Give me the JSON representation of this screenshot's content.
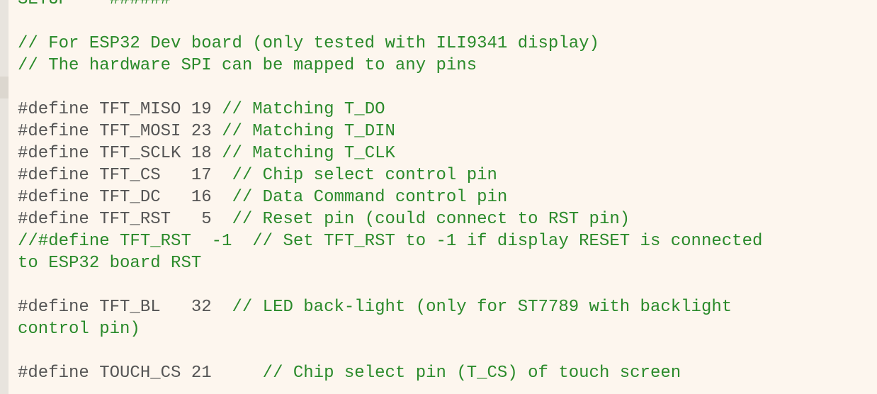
{
  "colors": {
    "background": "#fdf6ee",
    "comment": "#2a8a2a",
    "code": "#555555",
    "gutter": "#e8e4de"
  },
  "lines": [
    {
      "kind": "comment",
      "text": "SETUP    ######"
    },
    {
      "kind": "blank",
      "text": ""
    },
    {
      "kind": "comment",
      "text": "// For ESP32 Dev board (only tested with ILI9341 display)"
    },
    {
      "kind": "comment",
      "text": "// The hardware SPI can be mapped to any pins"
    },
    {
      "kind": "blank",
      "text": ""
    },
    {
      "kind": "define",
      "directive": "#define ",
      "ident": "TFT_MISO ",
      "value": "19 ",
      "comment": "// Matching T_DO"
    },
    {
      "kind": "define",
      "directive": "#define ",
      "ident": "TFT_MOSI ",
      "value": "23 ",
      "comment": "// Matching T_DIN"
    },
    {
      "kind": "define",
      "directive": "#define ",
      "ident": "TFT_SCLK ",
      "value": "18 ",
      "comment": "// Matching T_CLK"
    },
    {
      "kind": "define",
      "directive": "#define ",
      "ident": "TFT_CS   ",
      "value": "17  ",
      "comment": "// Chip select control pin"
    },
    {
      "kind": "define",
      "directive": "#define ",
      "ident": "TFT_DC   ",
      "value": "16  ",
      "comment": "// Data Command control pin"
    },
    {
      "kind": "define",
      "directive": "#define ",
      "ident": "TFT_RST   ",
      "value": "5  ",
      "comment": "// Reset pin (could connect to RST pin)"
    },
    {
      "kind": "comment",
      "text": "//#define TFT_RST  -1  // Set TFT_RST to -1 if display RESET is connected"
    },
    {
      "kind": "comment",
      "text": "to ESP32 board RST"
    },
    {
      "kind": "blank",
      "text": ""
    },
    {
      "kind": "define",
      "directive": "#define ",
      "ident": "TFT_BL   ",
      "value": "32  ",
      "comment": "// LED back-light (only for ST7789 with backlight"
    },
    {
      "kind": "comment",
      "text": "control pin)"
    },
    {
      "kind": "blank",
      "text": ""
    },
    {
      "kind": "define",
      "directive": "#define ",
      "ident": "TOUCH_CS ",
      "value": "21     ",
      "comment": "// Chip select pin (T_CS) of touch screen"
    }
  ]
}
